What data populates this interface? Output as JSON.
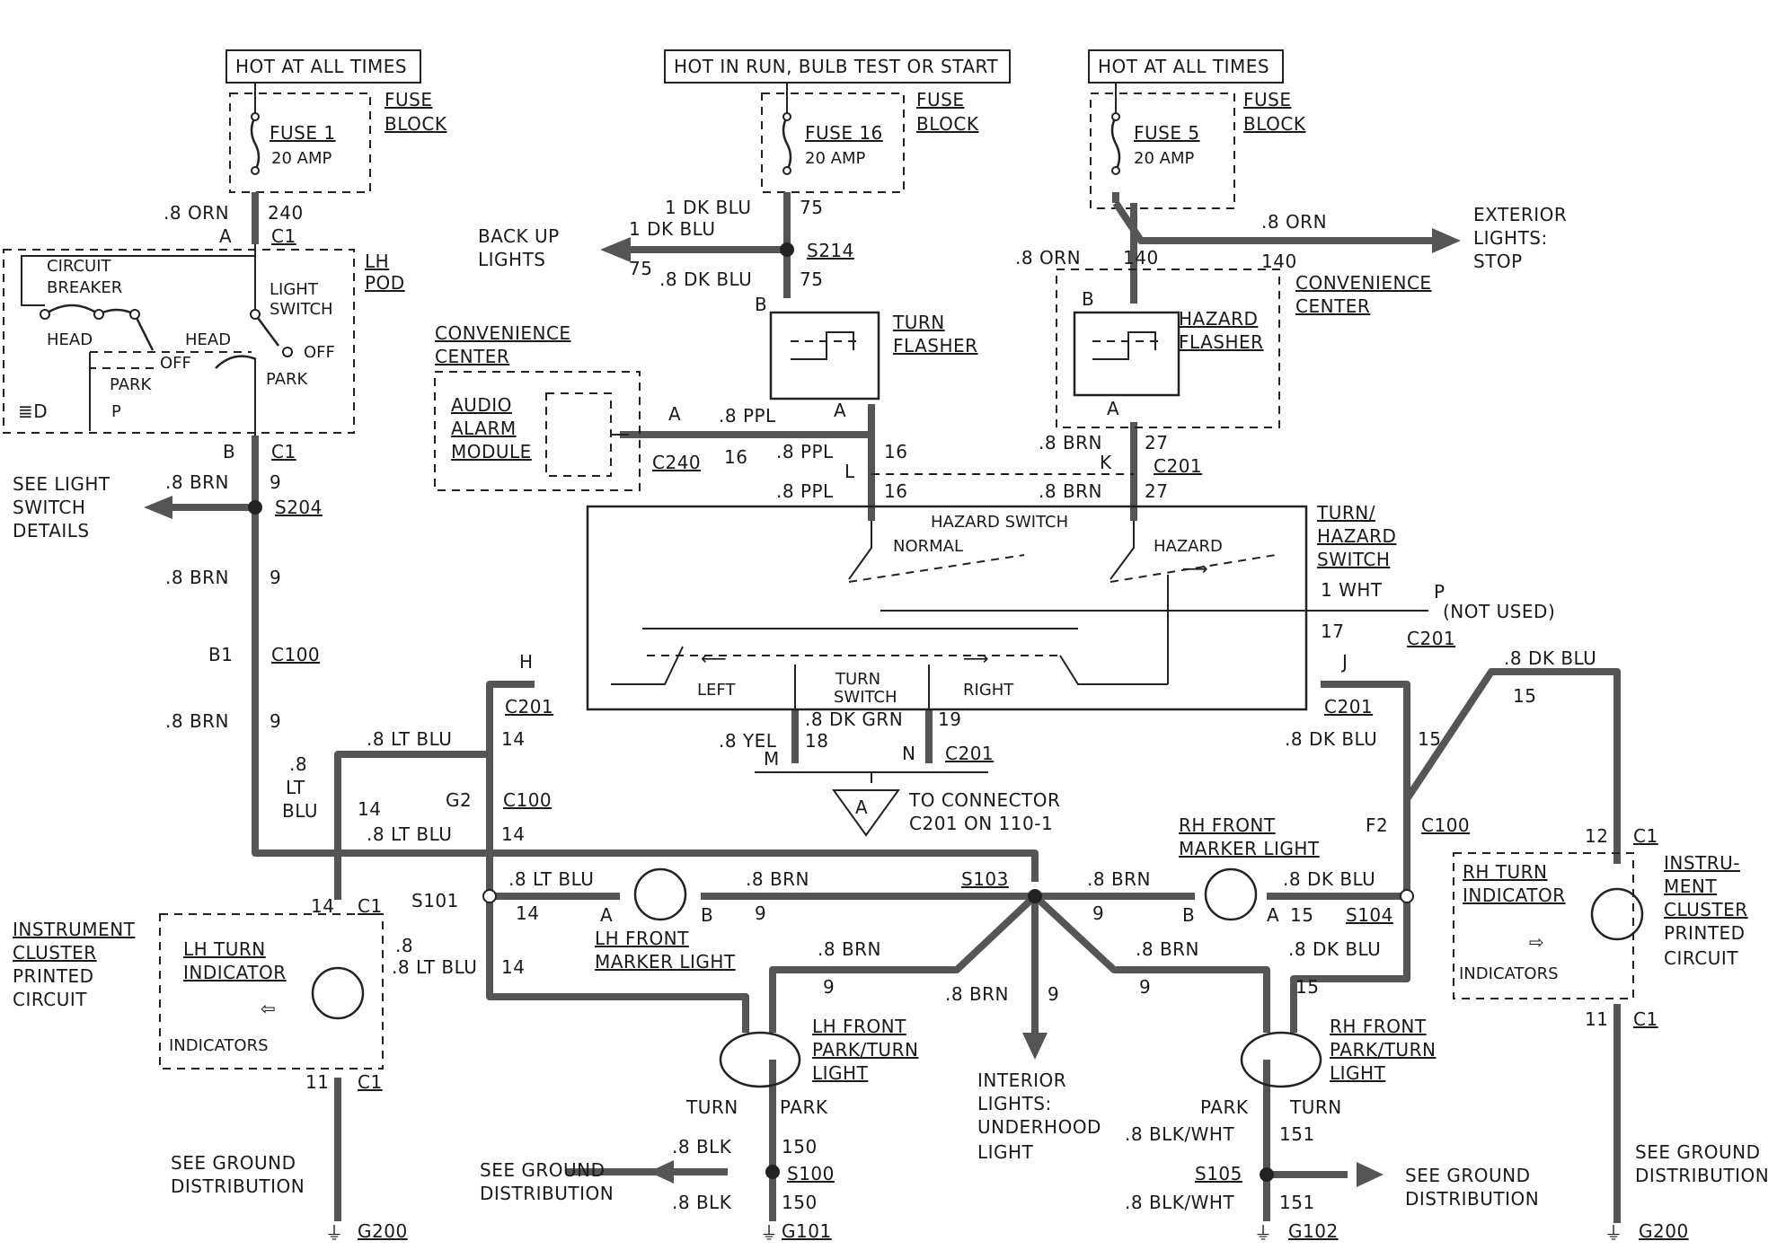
{
  "sources": {
    "left": "HOT AT ALL TIMES",
    "middle": "HOT IN RUN, BULB TEST OR START",
    "right": "HOT AT ALL TIMES"
  },
  "fuses": {
    "fuse1": {
      "name": "FUSE 1",
      "rating": "20 AMP",
      "block": [
        "FUSE",
        "BLOCK"
      ]
    },
    "fuse16": {
      "name": "FUSE 16",
      "rating": "20 AMP",
      "block": [
        "FUSE",
        "BLOCK"
      ]
    },
    "fuse5": {
      "name": "FUSE 5",
      "rating": "20 AMP",
      "block": [
        "FUSE",
        "BLOCK"
      ]
    }
  },
  "lh_pod": {
    "title": [
      "LH",
      "POD"
    ],
    "circuit_breaker": [
      "CIRCUIT",
      "BREAKER"
    ],
    "light_switch": [
      "LIGHT",
      "SWITCH"
    ],
    "head1": "HEAD",
    "head2": "HEAD",
    "off1": "OFF",
    "off2": "OFF",
    "park1": "PARK",
    "park2": "PARK",
    "p": "P"
  },
  "flashers": {
    "turn": [
      "TURN",
      "FLASHER"
    ],
    "hazard": [
      "HAZARD",
      "FLASHER"
    ],
    "convenience": [
      "CONVENIENCE",
      "CENTER"
    ]
  },
  "audio": {
    "center": [
      "CONVENIENCE",
      "CENTER"
    ],
    "module": [
      "AUDIO",
      "ALARM",
      "MODULE"
    ]
  },
  "switch": {
    "title": [
      "TURN/",
      "HAZARD",
      "SWITCH"
    ],
    "hazard_switch": "HAZARD SWITCH",
    "normal": "NORMAL",
    "hazard": "HAZARD",
    "left": "LEFT",
    "right": "RIGHT",
    "turn_switch": [
      "TURN",
      "SWITCH"
    ]
  },
  "destinations": {
    "backup": [
      "BACK UP",
      "LIGHTS"
    ],
    "exterior": [
      "EXTERIOR",
      "LIGHTS:",
      "STOP"
    ],
    "light_switch_details": [
      "SEE LIGHT",
      "SWITCH",
      "DETAILS"
    ],
    "not_used": "(NOT USED)",
    "interior": [
      "INTERIOR",
      "LIGHTS:",
      "UNDERHOOD",
      "LIGHT"
    ],
    "to_connector": [
      "TO CONNECTOR",
      "C201 ON 110-1"
    ],
    "triangle": "A"
  },
  "clusters": {
    "lh_title": [
      "INSTRUMENT",
      "CLUSTER",
      "PRINTED",
      "CIRCUIT"
    ],
    "lh_indicator": [
      "LH TURN",
      "INDICATOR"
    ],
    "rh_title": [
      "INSTRU-",
      "MENT",
      "CLUSTER",
      "PRINTED",
      "CIRCUIT"
    ],
    "rh_indicator": [
      "RH TURN",
      "INDICATOR"
    ],
    "indicators": "INDICATORS"
  },
  "lamps": {
    "lh_marker": [
      "LH FRONT",
      "MARKER LIGHT"
    ],
    "rh_marker": [
      "RH FRONT",
      "MARKER LIGHT"
    ],
    "lh_park": [
      "LH FRONT",
      "PARK/TURN",
      "LIGHT"
    ],
    "rh_park": [
      "RH FRONT",
      "PARK/TURN",
      "LIGHT"
    ],
    "turn": "TURN",
    "park": "PARK"
  },
  "grounds": {
    "see_ground": [
      "SEE GROUND",
      "DISTRIBUTION"
    ],
    "g200": "G200",
    "g101": "G101",
    "g102": "G102",
    "g200b": "G200"
  },
  "wires": {
    "orn": ".8 ORN",
    "c240n": "240",
    "brn": ".8 BRN",
    "n9": "9",
    "ltblu": ".8 LT BLU",
    "n14": "14",
    "dkblu1": "1 DK BLU",
    "n75": "75",
    "dkblu": ".8 DK BLU",
    "ppl": ".8 PPL",
    "n16": "16",
    "n140": "140",
    "n27": "27",
    "wht": "1 WHT",
    "n17": "17",
    "yel": ".8 YEL",
    "n18": "18",
    "dkgrn": ".8 DK GRN",
    "n19": "19",
    "n15": "15",
    "blk": ".8 BLK",
    "n150": "150",
    "blkwht": ".8 BLK/WHT",
    "n151": "151",
    "n8": ".8",
    "lt": "LT",
    "blu": "BLU",
    "n12": "12",
    "n11": "11"
  },
  "connectors": {
    "c1": "C1",
    "c100": "C100",
    "c201": "C201",
    "c240": "C240",
    "s204": "S204",
    "s214": "S214",
    "s101": "S101",
    "s103": "S103",
    "s104": "S104",
    "s100": "S100",
    "s105": "S105",
    "A": "A",
    "B": "B",
    "B1": "B1",
    "G2": "G2",
    "F2": "F2",
    "H": "H",
    "J": "J",
    "K": "K",
    "L": "L",
    "M": "M",
    "N": "N",
    "P": "P"
  }
}
